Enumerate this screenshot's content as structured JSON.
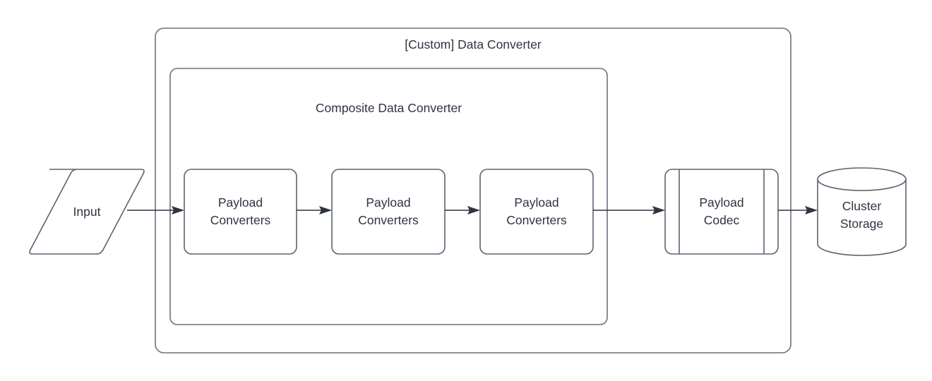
{
  "diagram": {
    "title": "[Custom] Data Converter",
    "background_color": "#ffffff",
    "stroke_color": "#5c6370",
    "text_color": "#2e3440",
    "containers": [
      {
        "id": "custom-data-converter",
        "label": "[Custom] Data Converter",
        "shape": "rounded-rectangle"
      },
      {
        "id": "composite-data-converter",
        "label": "Composite Data Converter",
        "shape": "rounded-rectangle"
      }
    ],
    "nodes": [
      {
        "id": "input",
        "label": "Input",
        "shape": "parallelogram"
      },
      {
        "id": "payload-converters-1",
        "label": "Payload\nConverters",
        "shape": "rounded-rectangle"
      },
      {
        "id": "payload-converters-2",
        "label": "Payload\nConverters",
        "shape": "rounded-rectangle"
      },
      {
        "id": "payload-converters-3",
        "label": "Payload\nConverters",
        "shape": "rounded-rectangle"
      },
      {
        "id": "payload-codec",
        "label": "Payload\nCodec",
        "shape": "predefined-process"
      },
      {
        "id": "cluster-storage",
        "label": "Cluster\nStorage",
        "shape": "cylinder"
      }
    ],
    "edges": [
      {
        "from": "input",
        "to": "payload-converters-1",
        "arrow": "single"
      },
      {
        "from": "payload-converters-1",
        "to": "payload-converters-2",
        "arrow": "single"
      },
      {
        "from": "payload-converters-2",
        "to": "payload-converters-3",
        "arrow": "single"
      },
      {
        "from": "payload-converters-3",
        "to": "payload-codec",
        "arrow": "single"
      },
      {
        "from": "payload-codec",
        "to": "cluster-storage",
        "arrow": "single"
      }
    ]
  }
}
